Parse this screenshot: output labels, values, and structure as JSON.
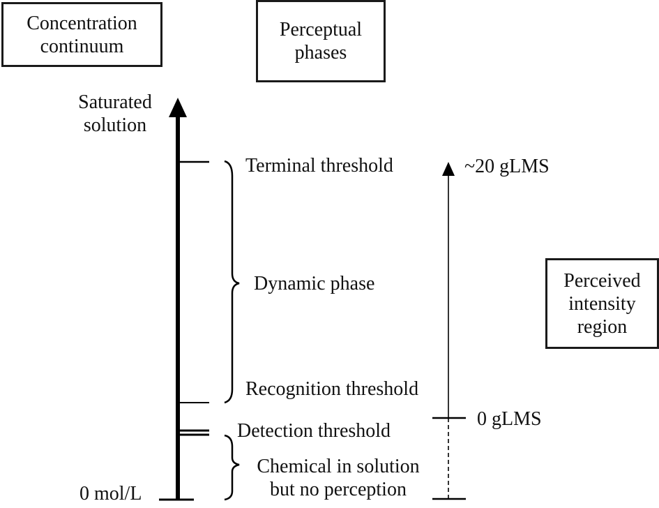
{
  "headers": {
    "concentration": "Concentration continuum",
    "concentration_lines": [
      "Concentration",
      "continuum"
    ],
    "perceptual": "Perceptual phases",
    "perceptual_lines": [
      "Perceptual",
      "phases"
    ],
    "perceived": "Perceived intensity region",
    "perceived_lines": [
      "Perceived",
      "intensity",
      "region"
    ]
  },
  "concentration_axis": {
    "top_label_lines": [
      "Saturated",
      "solution"
    ],
    "bottom_label": "0 mol/L"
  },
  "thresholds": {
    "terminal": "Terminal threshold",
    "recognition": "Recognition threshold",
    "detection": "Detection threshold"
  },
  "phases": {
    "dynamic": "Dynamic phase",
    "subthreshold_lines": [
      "Chemical in solution",
      "but no perception"
    ]
  },
  "intensity_axis": {
    "top_label": "~20 gLMS",
    "zero_label": "0 gLMS"
  }
}
